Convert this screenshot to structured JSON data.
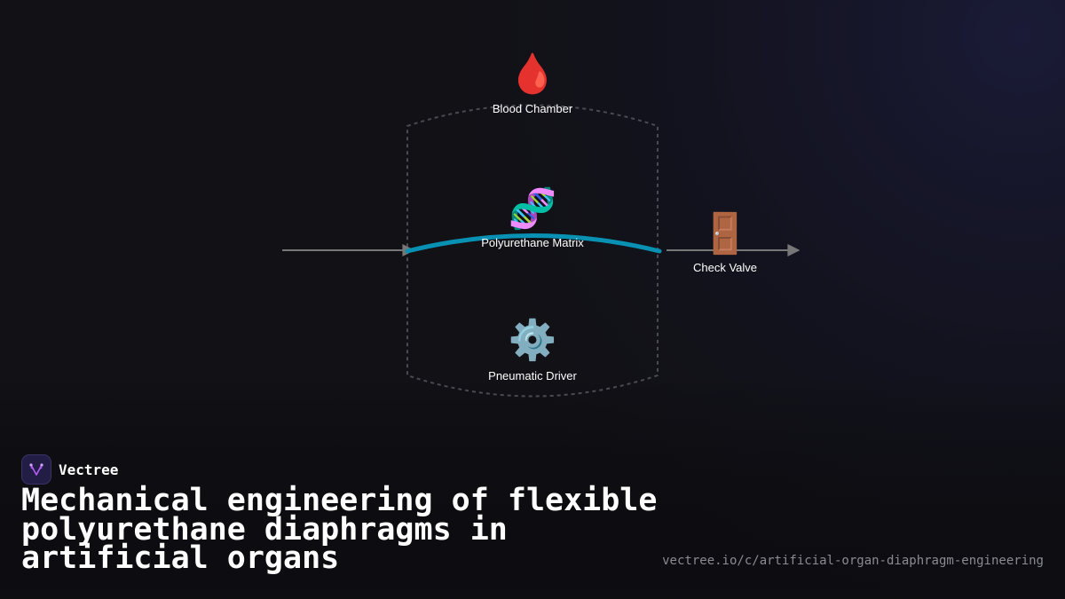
{
  "brand": {
    "name": "Vectree",
    "logo_icon": "vectree-logo-icon",
    "accent": "#b45dff"
  },
  "title": "Mechanical engineering of flexible polyurethane diaphragms in artificial organs",
  "url": "vectree.io/c/artificial-organ-diaphragm-engineering",
  "diagram": {
    "nodes": [
      {
        "id": "blood",
        "label": "Blood Chamber",
        "icon": "blood-drop-icon",
        "glyph": "🩸"
      },
      {
        "id": "matrix",
        "label": "Polyurethane Matrix",
        "icon": "dna-icon",
        "glyph": "🧬"
      },
      {
        "id": "driver",
        "label": "Pneumatic Driver",
        "icon": "gear-icon",
        "glyph": "⚙️"
      },
      {
        "id": "valve",
        "label": "Check Valve",
        "icon": "door-icon",
        "glyph": "🚪"
      }
    ],
    "colors": {
      "membrane": "#0891b2",
      "arrow": "#777777",
      "boundary": "#4a4a52",
      "background": "#111116"
    }
  }
}
